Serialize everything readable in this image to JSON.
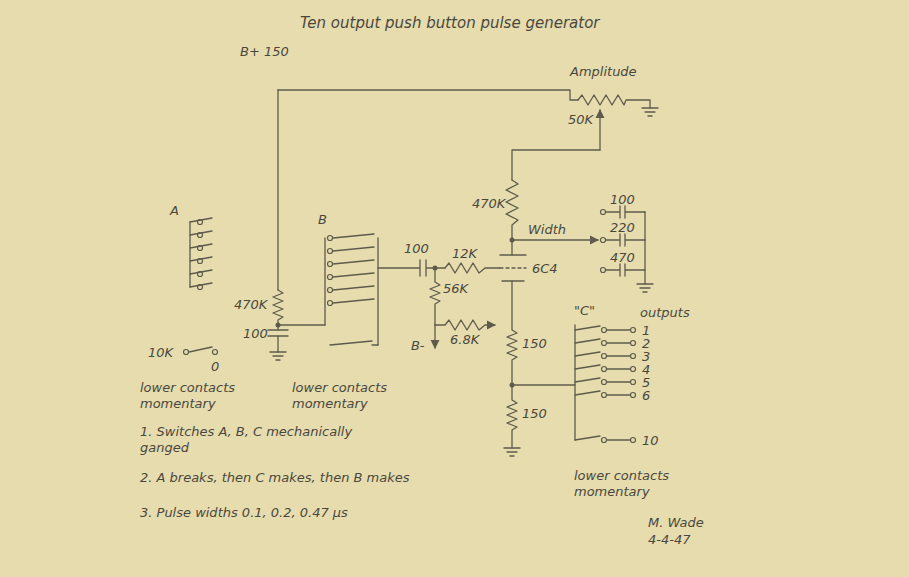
{
  "diagram": {
    "title": "Ten output push button pulse generator",
    "labels": [
      "B+ 150",
      "Amplitude",
      "50K",
      "470K",
      "100",
      "Width",
      "220",
      "470",
      "6C4",
      "A",
      "B",
      "100",
      "470K",
      "100",
      "12K",
      "56K",
      "6.8K",
      "B-",
      "150",
      "150",
      "\"C\"",
      "outputs",
      "1",
      "2",
      "3",
      "4",
      "5",
      "6",
      "10",
      "0",
      "10K",
      "lower contacts momentary",
      "lower contacts momentary",
      "1. Switches A, B, C mechanically ganged",
      "2. A breaks, then C makes, then B makes",
      "3. Pulse widths 0.1, 0.2, 0.47 μs",
      "lower contacts momentary",
      "M. Wade",
      "4-4-47"
    ]
  }
}
